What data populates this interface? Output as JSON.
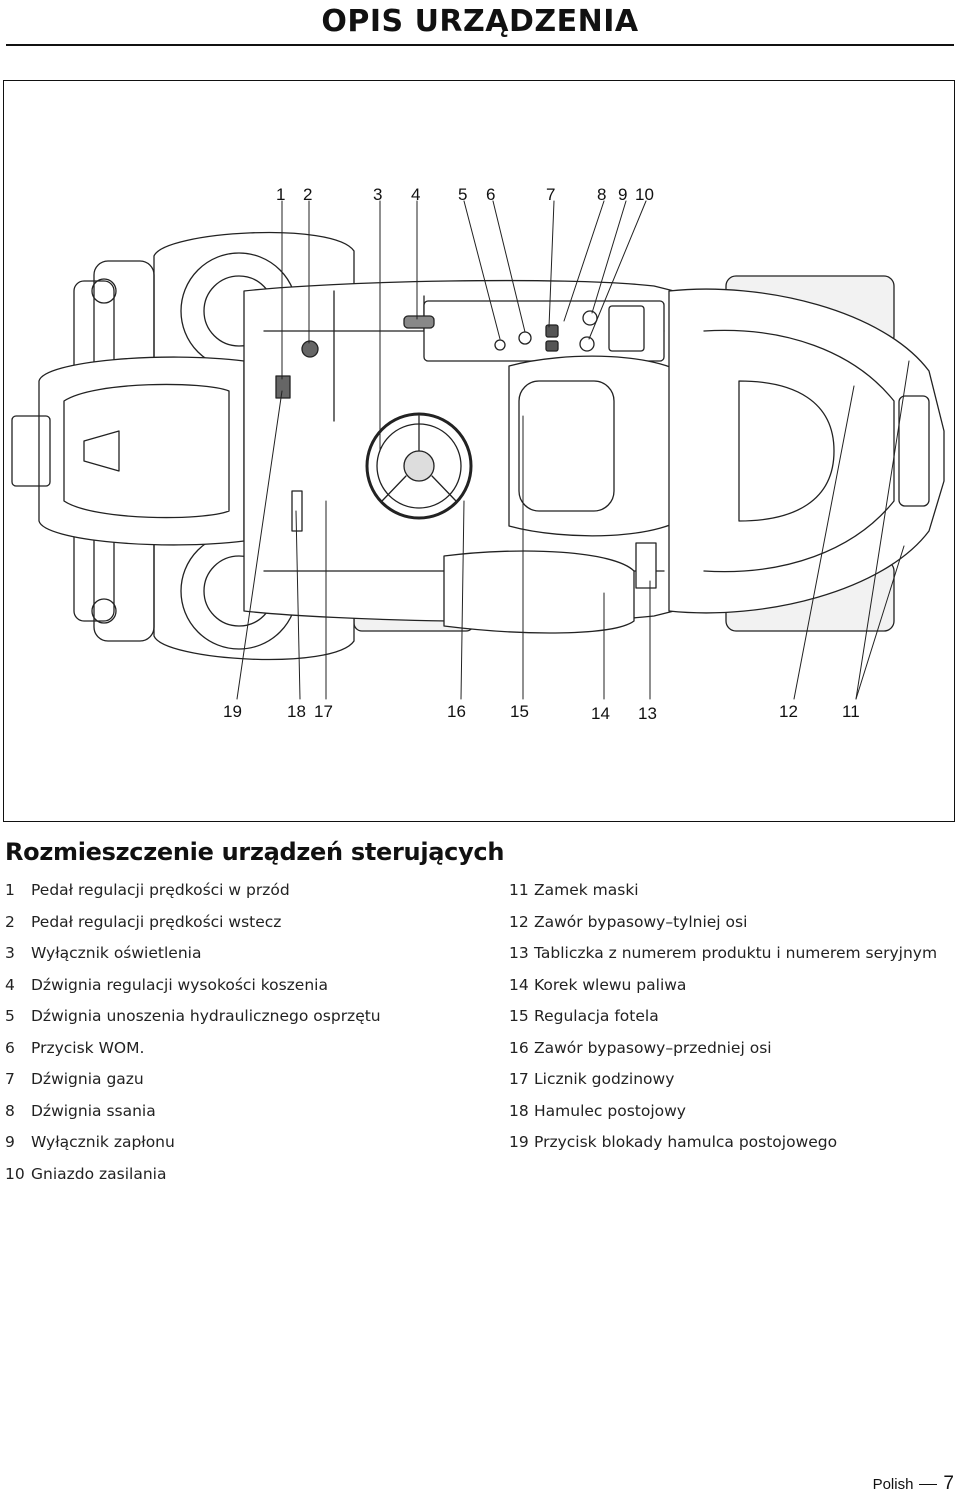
{
  "header": {
    "title": "OPIS URZĄDZENIA"
  },
  "figure": {
    "callouts_top": [
      "1",
      "2",
      "3",
      "4",
      "5",
      "6",
      "7",
      "8",
      "9",
      "10"
    ],
    "callouts_bottom": [
      "19",
      "18",
      "17",
      "16",
      "15",
      "14",
      "13",
      "12",
      "11"
    ]
  },
  "section": {
    "heading": "Rozmieszczenie urządzeń sterujących"
  },
  "controls_left": [
    {
      "num": "1",
      "label": "Pedał regulacji prędkości w przód"
    },
    {
      "num": "2",
      "label": "Pedał regulacji prędkości wstecz"
    },
    {
      "num": "3",
      "label": "Wyłącznik oświetlenia"
    },
    {
      "num": "4",
      "label": "Dźwignia regulacji wysokości koszenia"
    },
    {
      "num": "5",
      "label": "Dźwignia unoszenia hydraulicznego osprzętu"
    },
    {
      "num": "6",
      "label": "Przycisk WOM."
    },
    {
      "num": "7",
      "label": "Dźwignia gazu"
    },
    {
      "num": "8",
      "label": "Dźwignia ssania"
    },
    {
      "num": "9",
      "label": "Wyłącznik zapłonu"
    },
    {
      "num": "10",
      "label": "Gniazdo zasilania"
    }
  ],
  "controls_right": [
    {
      "num": "11",
      "label": "Zamek maski"
    },
    {
      "num": "12",
      "label": "Zawór bypasowy–tylniej osi"
    },
    {
      "num": "13",
      "label": "Tabliczka z numerem produktu i numerem seryjnym"
    },
    {
      "num": "14",
      "label": "Korek wlewu paliwa"
    },
    {
      "num": "15",
      "label": "Regulacja fotela"
    },
    {
      "num": "16",
      "label": "Zawór bypasowy–przedniej osi"
    },
    {
      "num": "17",
      "label": "Licznik godzinowy"
    },
    {
      "num": "18",
      "label": "Hamulec postojowy"
    },
    {
      "num": "19",
      "label": "Przycisk blokady hamulca postojowego"
    }
  ],
  "footer": {
    "language": "Polish",
    "page": "7"
  }
}
